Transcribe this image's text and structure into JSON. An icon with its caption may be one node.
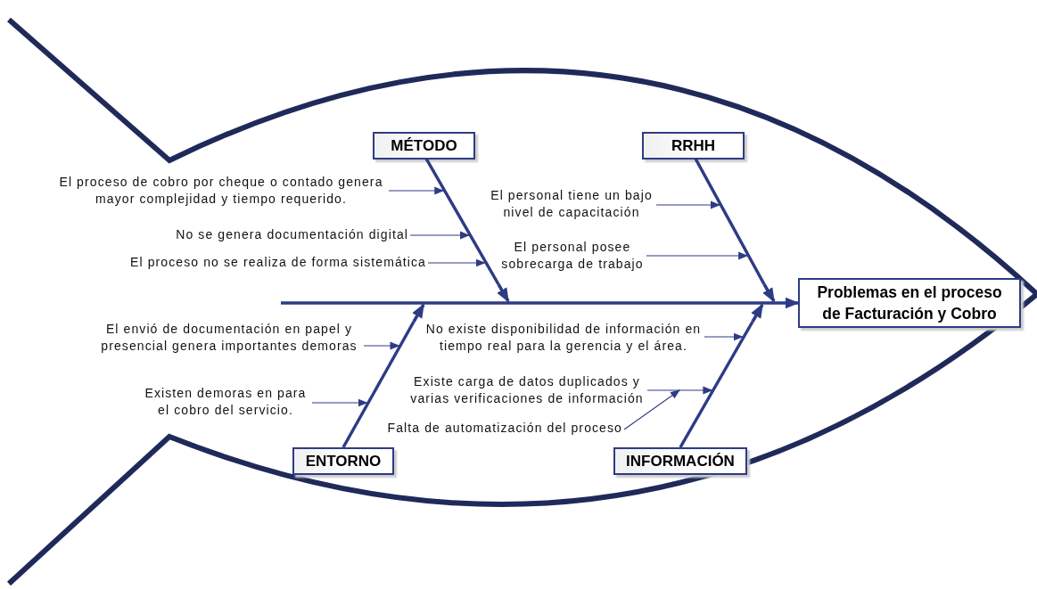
{
  "diagram": {
    "nodes": [
      {
        "text": [
          "MÉTODO"
        ]
      },
      {
        "text": [
          "RRHH"
        ]
      },
      {
        "text": [
          "El proceso de cobro por cheque o contado genera mayor complejidad y tiempo requerido."
        ]
      },
      {
        "text": [
          "No se genera documentación digital"
        ]
      },
      {
        "text": [
          "El proceso no se realiza de forma sistemática"
        ]
      },
      {
        "text": [
          "El personal tiene un bajo nivel de capacitación"
        ]
      },
      {
        "text": [
          "El personal posee sobrecarga de trabajo"
        ]
      },
      {
        "text": [
          "Problemas en el proceso de Facturación y Cobro"
        ]
      },
      {
        "text": [
          "El envió de documentación en papel y presencial genera importantes demoras"
        ]
      },
      {
        "text": [
          "Existen demoras en para el cobro del servicio."
        ]
      },
      {
        "text": [
          "No existe disponibilidad de información en tiempo real para la gerencia y el área."
        ]
      },
      {
        "text": [
          "Existe carga de datos duplicados y varias verificaciones de información"
        ]
      },
      {
        "text": [
          "Falta de automatización del proceso"
        ]
      },
      {
        "text": [
          "ENTORNO"
        ]
      },
      {
        "text": [
          "INFORMACIÓN"
        ]
      },
      {
        "text": [],
        "shape": "bar"
      },
      {
        "text": [],
        "shape": "bar"
      },
      {
        "text": [],
        "shape": "bar"
      },
      {
        "text": [],
        "shape": "bar"
      },
      {
        "text": [],
        "shape": "bar"
      }
    ],
    "edges": [
      {
        "from": 15,
        "to": 7,
        "arrow": "to",
        "style": "thick"
      },
      {
        "from": 16,
        "to": 15,
        "arrow": "to",
        "style": "thick"
      },
      {
        "from": 17,
        "to": 15,
        "arrow": "to",
        "style": "thick"
      },
      {
        "from": 18,
        "to": 15,
        "arrow": "to",
        "style": "thick"
      },
      {
        "from": 19,
        "to": 15,
        "arrow": "to",
        "style": "thick"
      },
      {
        "from": 2,
        "to": 16,
        "arrow": "to"
      },
      {
        "from": 3,
        "to": 16,
        "arrow": "to"
      },
      {
        "from": 4,
        "to": 16,
        "arrow": "to"
      },
      {
        "from": 5,
        "to": 17,
        "arrow": "to"
      },
      {
        "from": 6,
        "to": 17,
        "arrow": "to"
      },
      {
        "from": 8,
        "to": 18,
        "arrow": "to"
      },
      {
        "from": 9,
        "to": 18,
        "arrow": "to"
      },
      {
        "from": 10,
        "to": 19,
        "arrow": "to"
      },
      {
        "from": 11,
        "to": 19,
        "arrow": "to"
      },
      {
        "from": 12,
        "to": 19,
        "arrow": "to"
      }
    ]
  }
}
